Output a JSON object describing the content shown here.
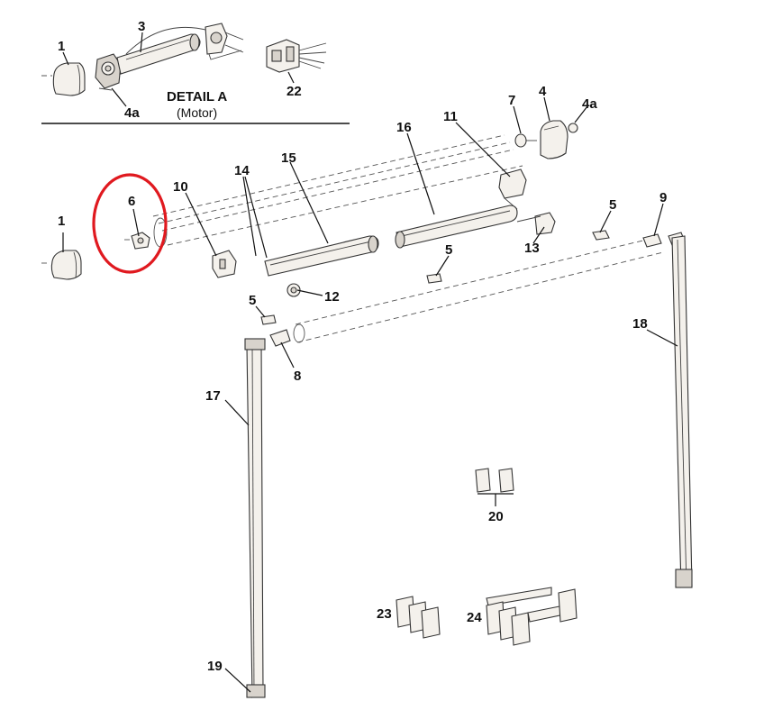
{
  "detail": {
    "title": "DETAIL A",
    "subtitle": "(Motor)"
  },
  "callouts": {
    "c1_detail": "1",
    "c3": "3",
    "c4a_detail": "4a",
    "c22": "22",
    "c7": "7",
    "c4": "4",
    "c4a": "4a",
    "c11": "11",
    "c16": "16",
    "c14": "14",
    "c15": "15",
    "c10": "10",
    "c6": "6",
    "c1": "1",
    "c9": "9",
    "c5_right": "5",
    "c13": "13",
    "c5_mid": "5",
    "c12": "12",
    "c5_left": "5",
    "c8": "8",
    "c18": "18",
    "c17": "17",
    "c20": "20",
    "c23": "23",
    "c24": "24",
    "c19": "19"
  },
  "highlight": {
    "color": "#e0191f",
    "target": "6"
  },
  "colors": {
    "line": "#333333",
    "part_fill": "#f4f1ec"
  }
}
